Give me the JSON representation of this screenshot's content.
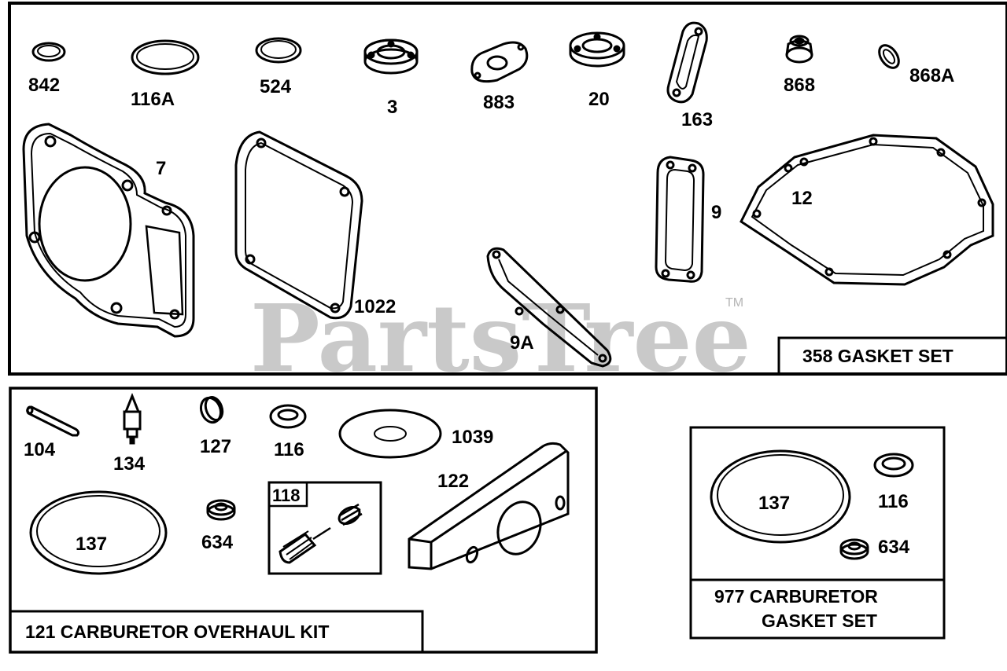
{
  "watermark": {
    "text": "PartsTree",
    "tm": "TM"
  },
  "panels": {
    "gasket_set": {
      "title": "358 GASKET SET",
      "parts": [
        "842",
        "116A",
        "524",
        "3",
        "883",
        "20",
        "163",
        "868",
        "868A",
        "7",
        "1022",
        "9A",
        "9",
        "12"
      ]
    },
    "overhaul_kit": {
      "title": "121 CARBURETOR OVERHAUL KIT",
      "inset_label": "118",
      "parts": [
        "104",
        "134",
        "127",
        "116",
        "1039",
        "122",
        "137",
        "634"
      ]
    },
    "carb_gasket_set": {
      "title_line1": "977 CARBURETOR",
      "title_line2": "GASKET SET",
      "parts": [
        "137",
        "116",
        "634"
      ]
    }
  }
}
